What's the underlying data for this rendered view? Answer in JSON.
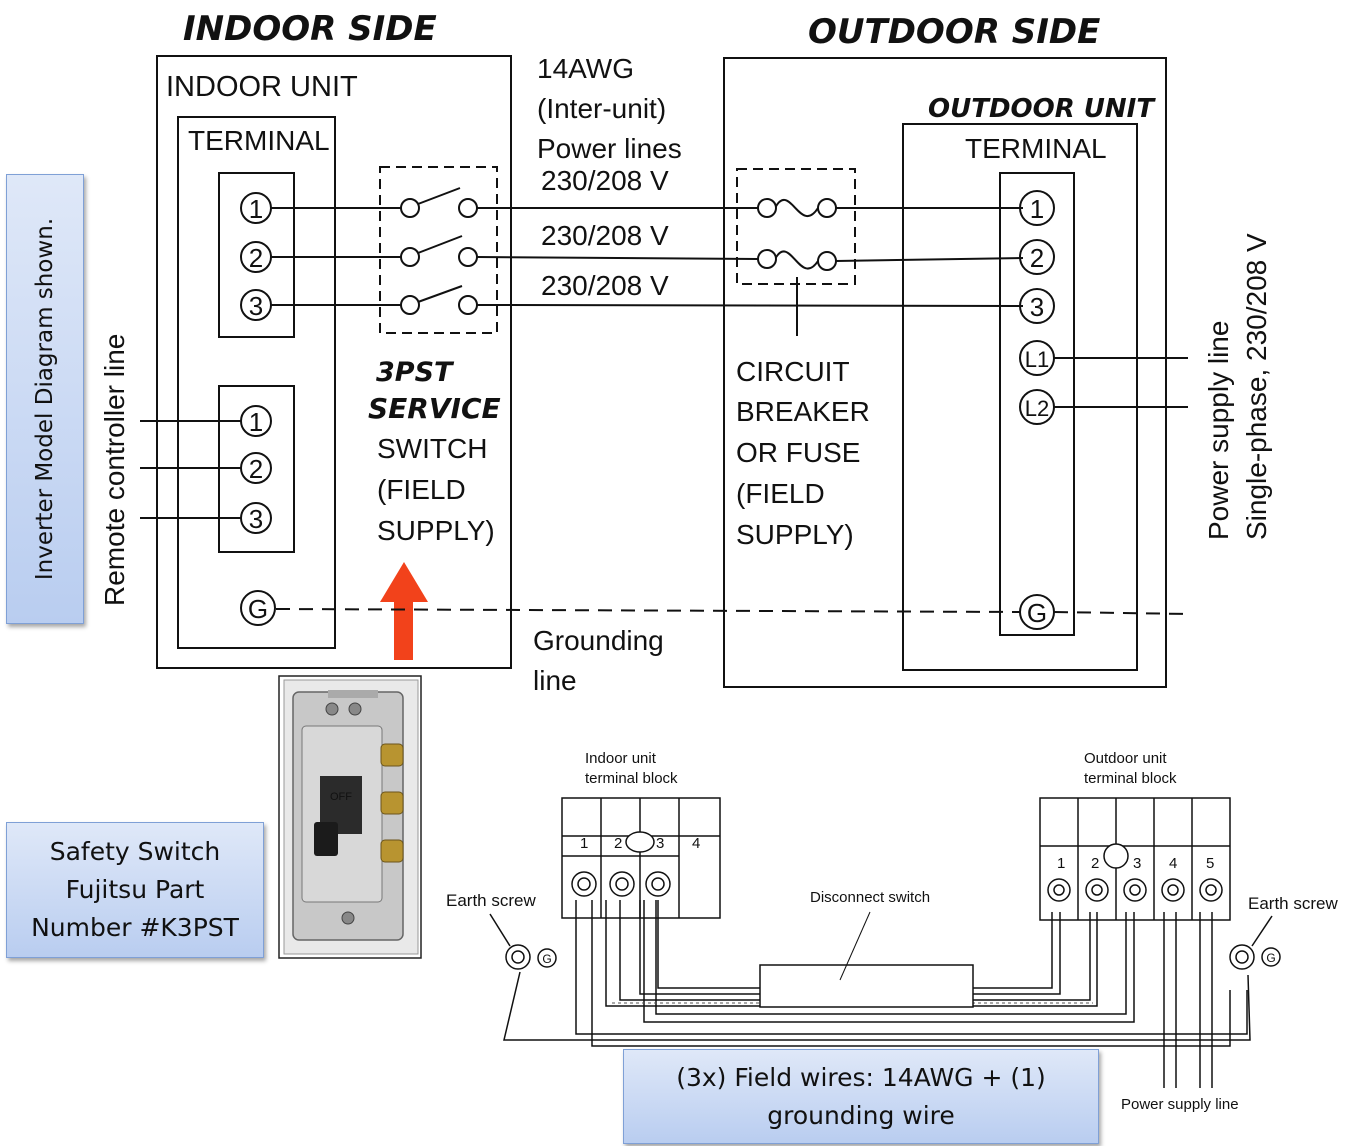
{
  "headings": {
    "indoor_side": "INDOOR SIDE",
    "outdoor_side": "OUTDOOR SIDE"
  },
  "indoor_unit": {
    "title": "INDOOR UNIT",
    "terminal_label": "TERMINAL",
    "power_terminals": [
      "1",
      "2",
      "3"
    ],
    "remote_terminals": [
      "1",
      "2",
      "3"
    ],
    "ground_terminal": "G"
  },
  "outdoor_unit": {
    "title": "OUTDOOR UNIT",
    "terminal_label": "TERMINAL",
    "terminals": [
      "1",
      "2",
      "3",
      "L1",
      "L2",
      "G"
    ]
  },
  "wiring_labels": {
    "inter_unit_line1": "14AWG",
    "inter_unit_line2": "(Inter-unit)",
    "inter_unit_line3": "Power lines",
    "voltage": "230/208 V",
    "grounding_line1": "Grounding",
    "grounding_line2": "line",
    "remote_controller_line": "Remote controller line",
    "power_supply_line1": "Power supply line",
    "power_supply_line2": "Single-phase, 230/208 V"
  },
  "service_switch": {
    "hand_line1": "3PST",
    "hand_line2": "SERVICE",
    "line3": "SWITCH",
    "line4": "(FIELD",
    "line5": "SUPPLY)"
  },
  "breaker": {
    "line1": "CIRCUIT",
    "line2": "BREAKER",
    "line3": "OR FUSE",
    "line4": "(FIELD",
    "line5": "SUPPLY)"
  },
  "switch_photo": {
    "off_label": "OFF"
  },
  "bottom_drawing": {
    "indoor_block_line1": "Indoor unit",
    "indoor_block_line2": "terminal block",
    "outdoor_block_line1": "Outdoor unit",
    "outdoor_block_line2": "terminal block",
    "indoor_numbers": [
      "1",
      "2",
      "3",
      "4"
    ],
    "outdoor_numbers": [
      "1",
      "2",
      "3",
      "4",
      "5"
    ],
    "earth_screw_left": "Earth screw",
    "earth_screw_right": "Earth screw",
    "ground_symbol": "G",
    "disconnect_switch": "Disconnect switch",
    "power_supply_line": "Power supply line"
  },
  "callouts": {
    "inverter": "Inverter Model Diagram shown.",
    "safety_line1": "Safety Switch",
    "safety_line2": "Fujitsu Part",
    "safety_line3": "Number #K3PST",
    "field_line1": "(3x) Field wires: 14AWG + (1)",
    "field_line2": "grounding wire"
  },
  "colors": {
    "arrow": "#f2421b",
    "callout_fill": "#c9d9f4",
    "callout_border": "#7fa0d6",
    "line": "#111111"
  }
}
